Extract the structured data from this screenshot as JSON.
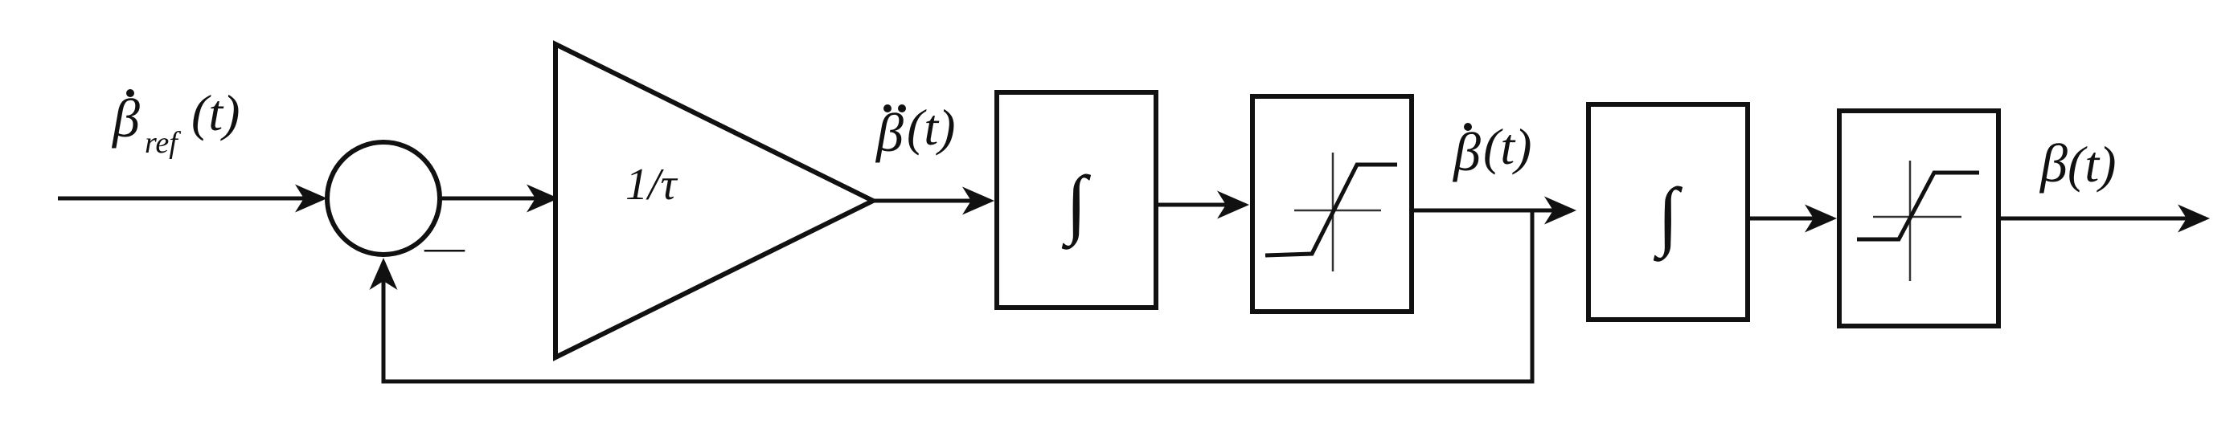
{
  "labels": {
    "input_symbol": "β",
    "input_subscript": "ref",
    "input_arg": "(t)",
    "gain": "1/τ",
    "minus_sign": "—",
    "accel_symbol": "β",
    "accel_arg": "(t)",
    "integrator_symbol": "∫",
    "rate_symbol": "β",
    "rate_arg": "(t)",
    "output_symbol": "β",
    "output_arg": "(t)"
  }
}
